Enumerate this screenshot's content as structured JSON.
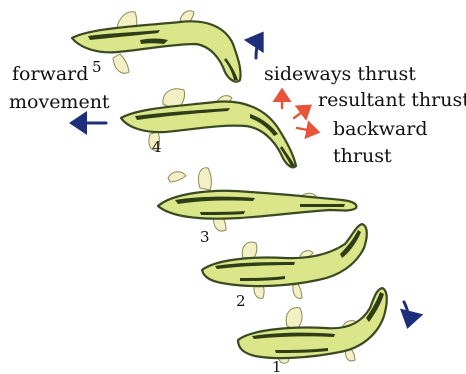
{
  "labels": {
    "forward_line1": "forward",
    "forward_line2": "movement",
    "sideways": "sideways thrust",
    "resultant": "resultant thrust",
    "backward_line1": "backward",
    "backward_line2": "thrust"
  },
  "stages": [
    "5",
    "4",
    "3",
    "2",
    "1"
  ],
  "colors": {
    "fish_body": "#dbe58a",
    "fin": "#f3f0c6",
    "outline": "#3a4a20",
    "blue_arrow": "#1d2f7a",
    "red_arrow": "#e8533a"
  }
}
